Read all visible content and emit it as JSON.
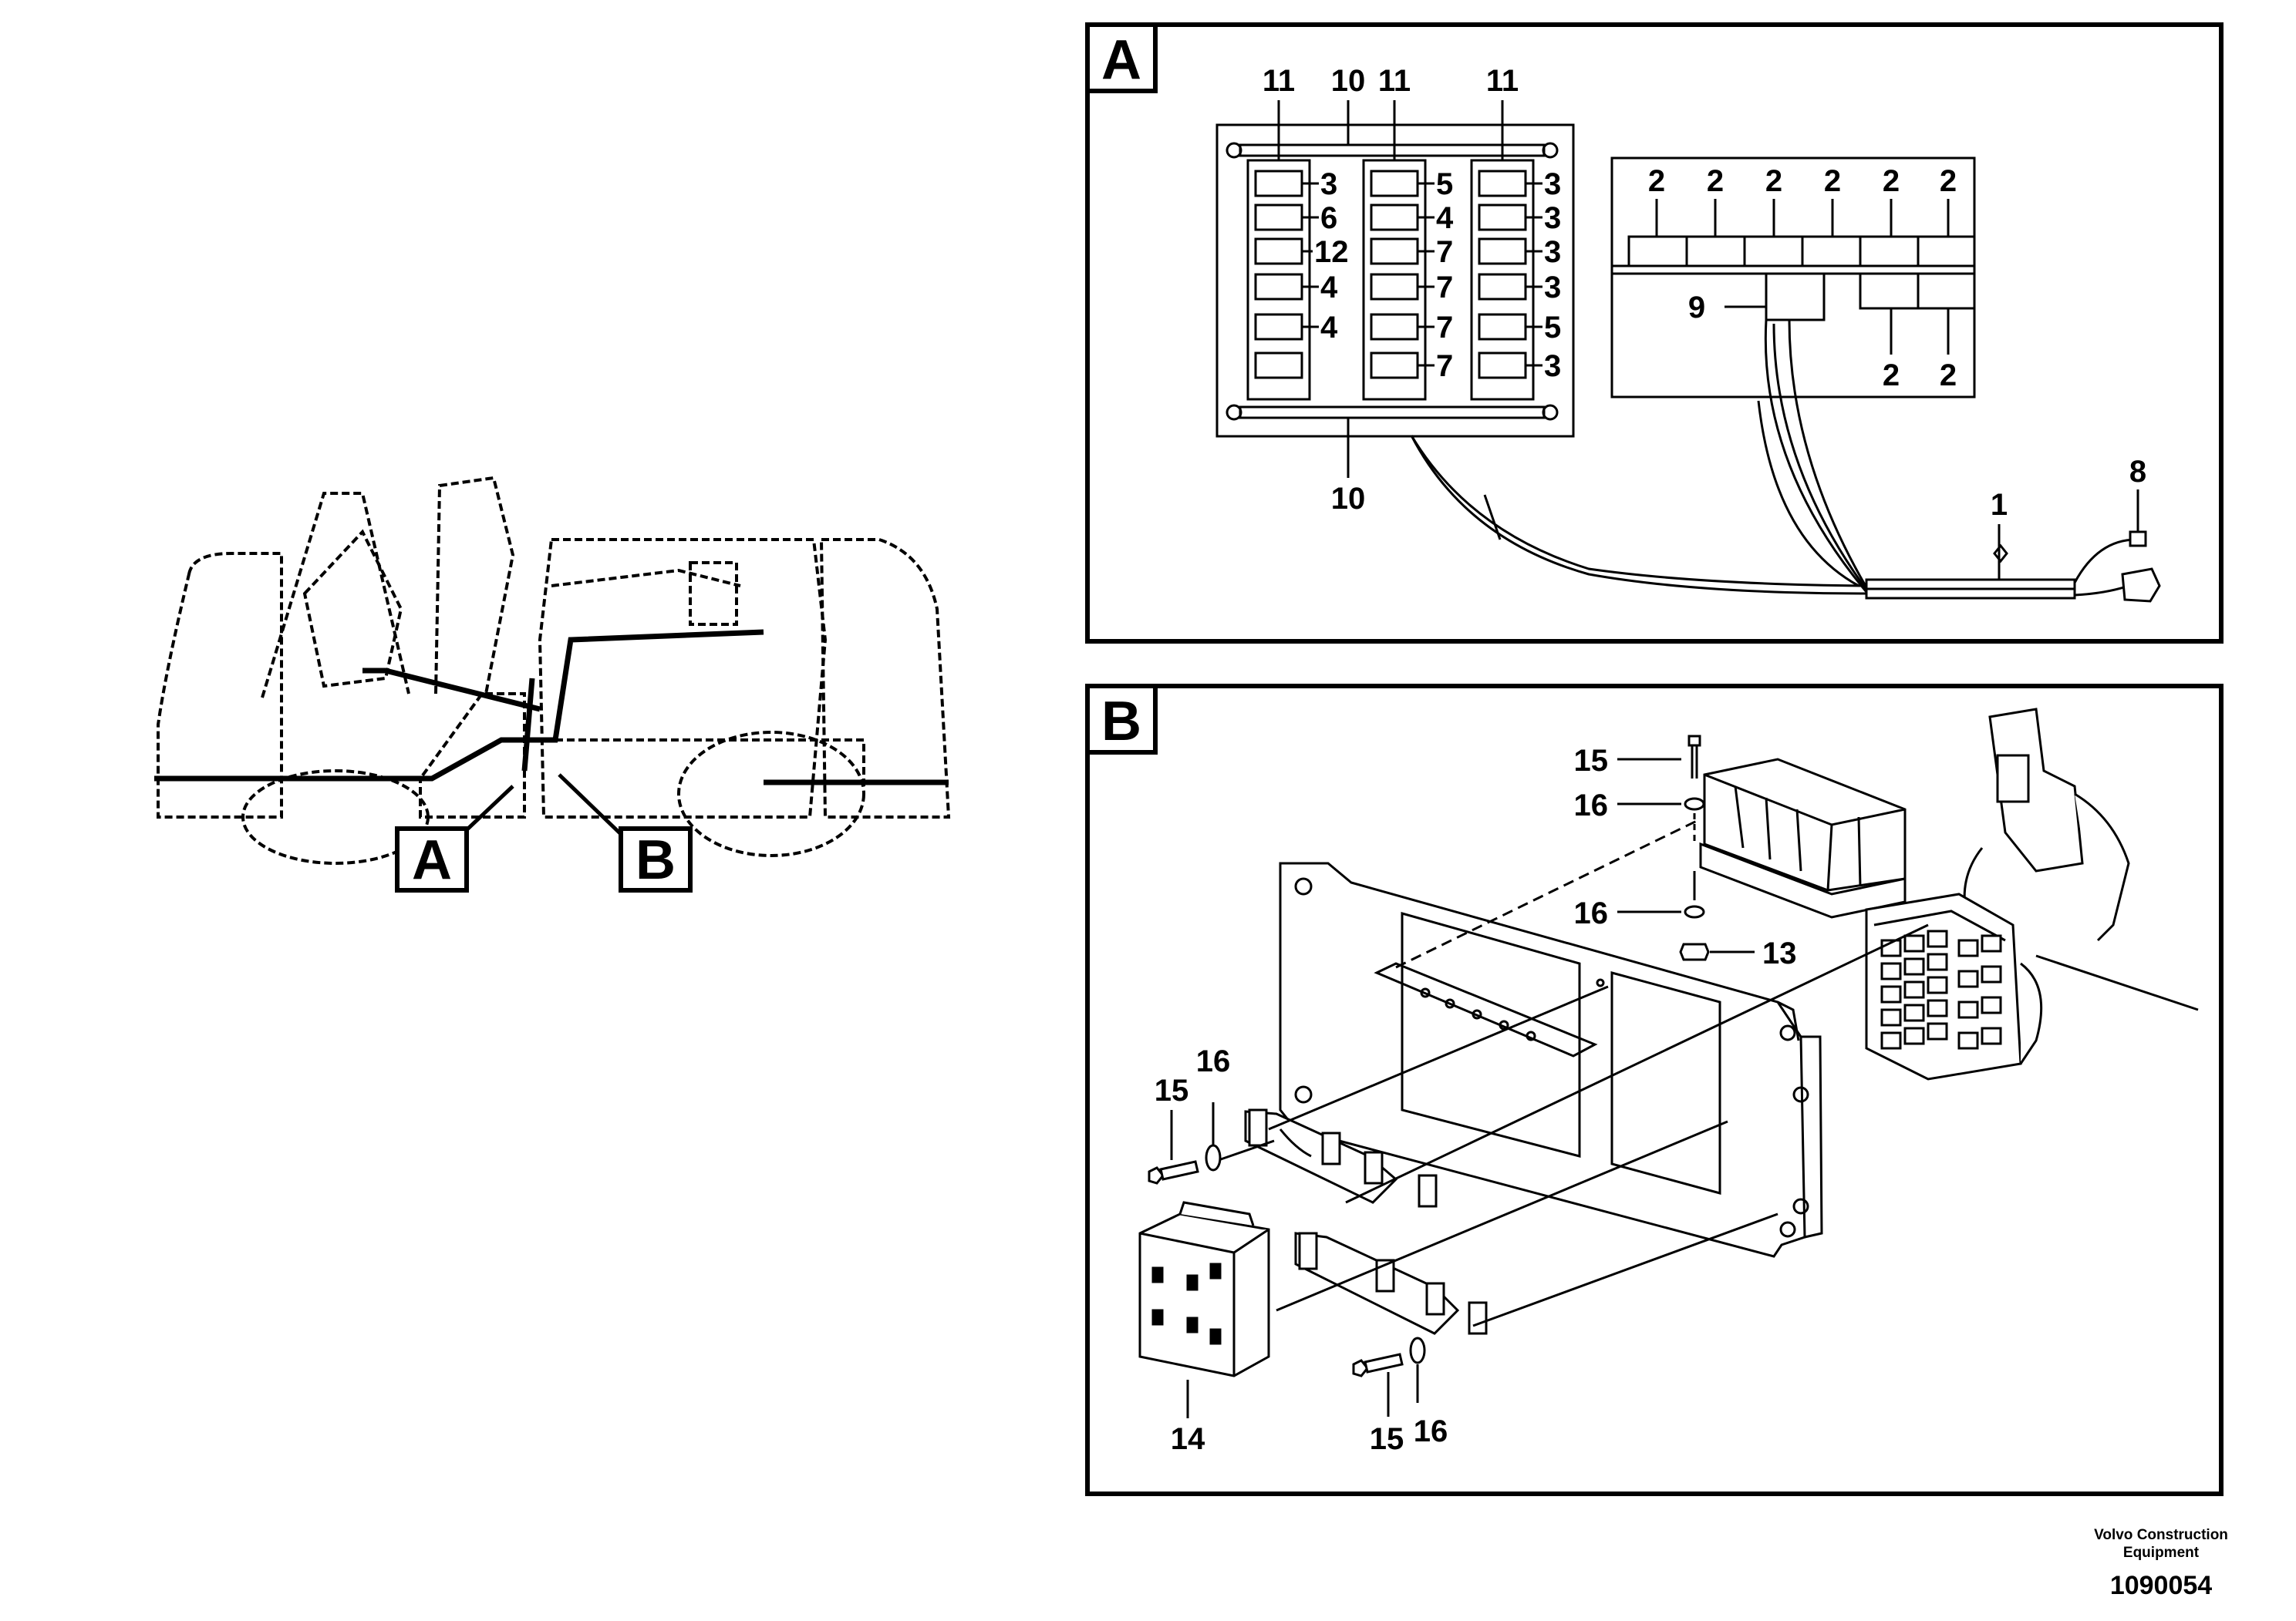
{
  "detail_a": {
    "letter": "A",
    "callouts": {
      "harness": "1",
      "relay": "2",
      "fuse_3": "3",
      "fuse_4": "4",
      "fuse_5": "5",
      "fuse_6": "6",
      "fuse_7": "7",
      "connector": "8",
      "relay_base": "9",
      "rail": "10",
      "fuse_holder": "11",
      "fuse_12": "12"
    }
  },
  "detail_b": {
    "letter": "B",
    "callouts": {
      "nut": "13",
      "relay_block": "14",
      "screw": "15",
      "washer": "16"
    }
  },
  "overview": {
    "label_a": "A",
    "label_b": "B"
  },
  "footer": {
    "company_line1": "Volvo Construction",
    "company_line2": "Equipment",
    "figure_number": "1090054"
  }
}
